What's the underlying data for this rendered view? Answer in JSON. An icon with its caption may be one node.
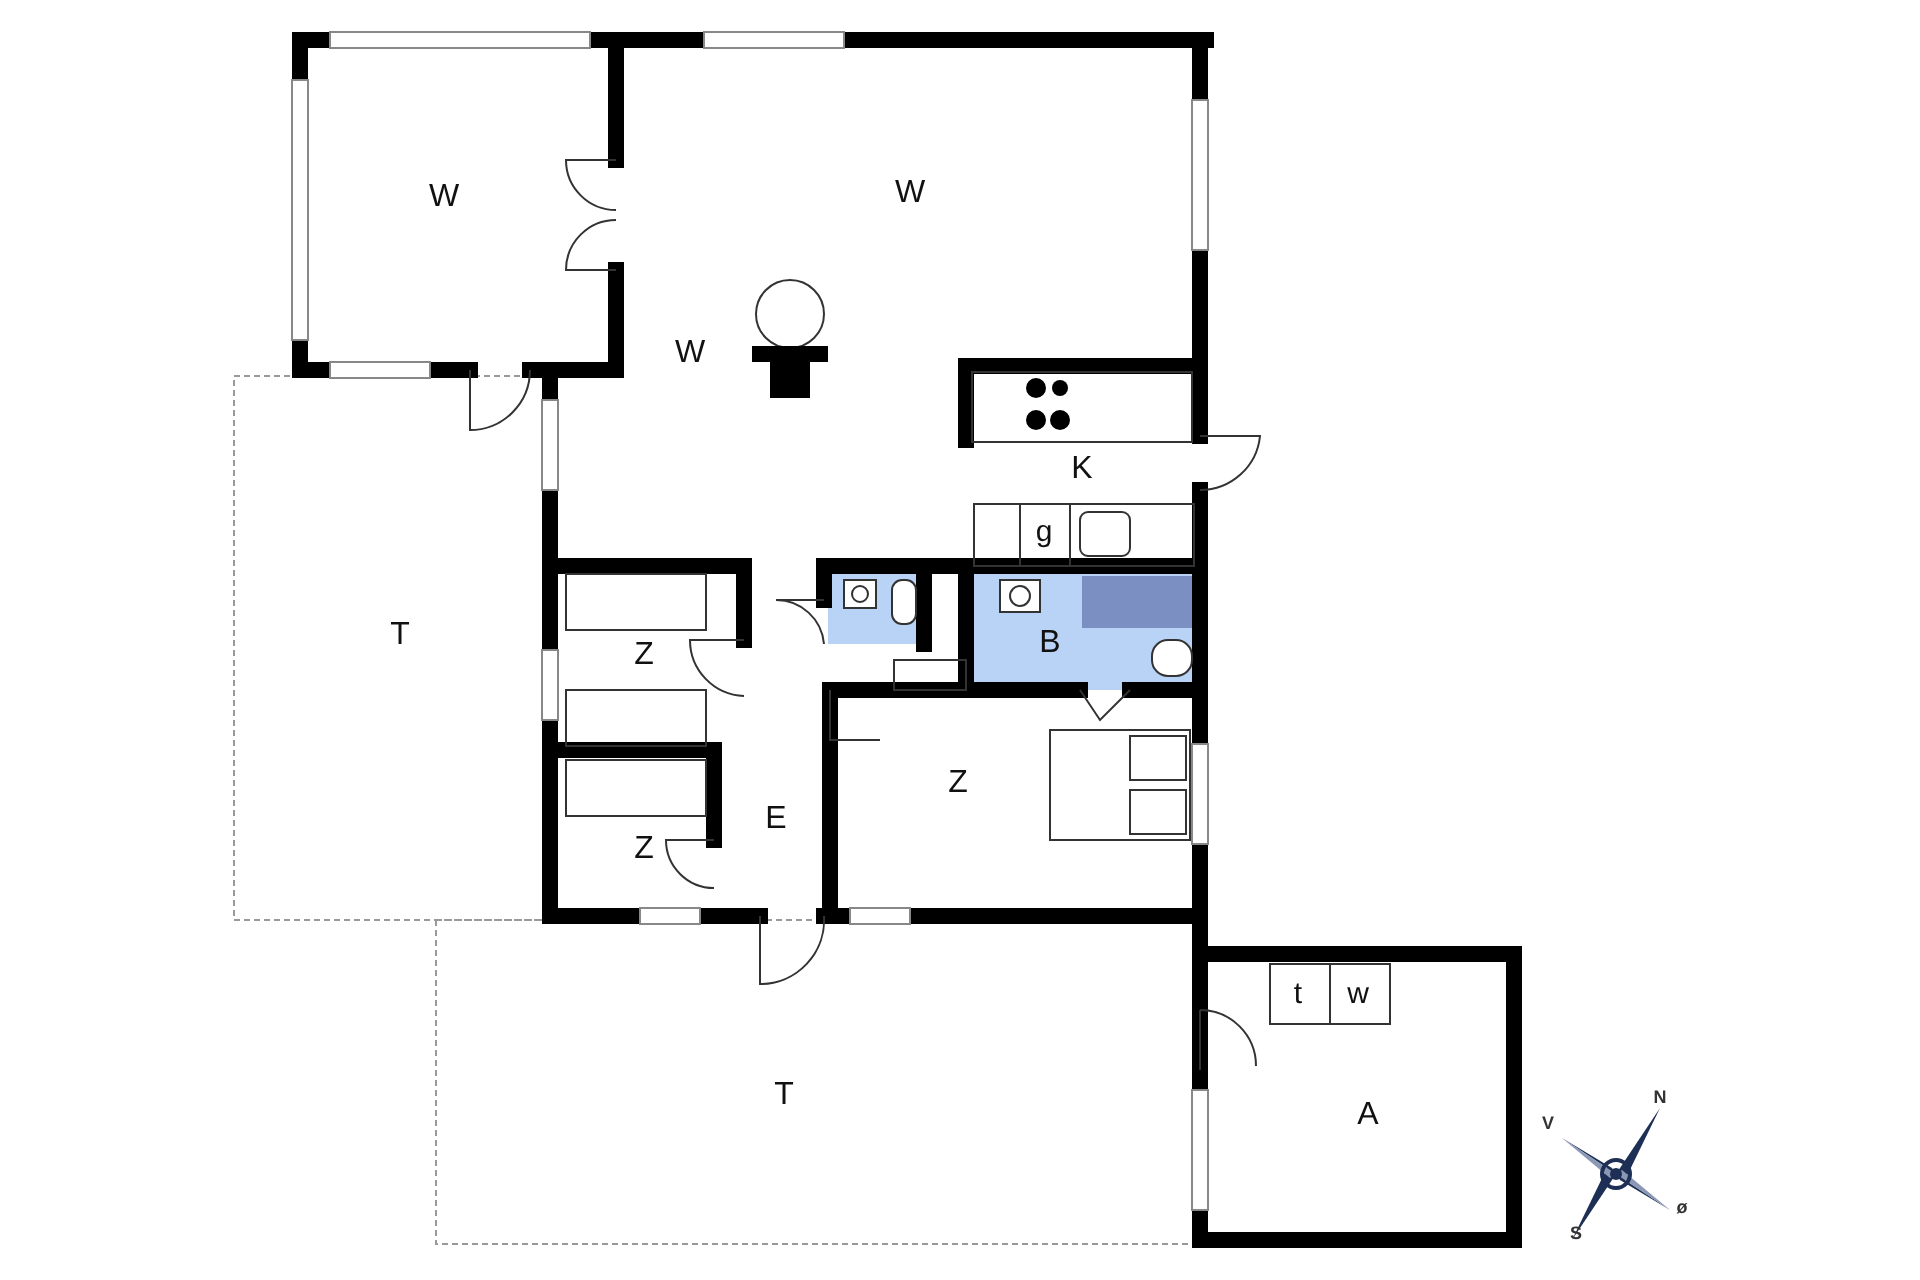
{
  "diagram": {
    "labels": [
      "W",
      "W",
      "W",
      "K",
      "g",
      "T",
      "Z",
      "B",
      "Z",
      "E",
      "Z",
      "t",
      "w",
      "T",
      "A",
      "N",
      "V",
      "ø",
      "S"
    ]
  }
}
